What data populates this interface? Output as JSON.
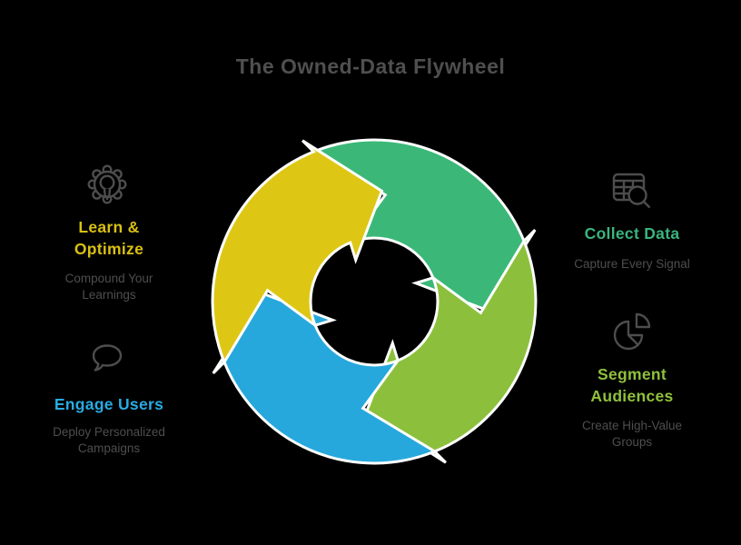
{
  "title": "The Owned-Data Flywheel",
  "colors": {
    "background": "#000000",
    "title_text": "#4f4f4f",
    "subtitle_text": "#4e4e4e",
    "icon_stroke": "#4d4d4d",
    "arrow_outline": "#ffffff",
    "green": "#3bb878",
    "olive": "#8cc03c",
    "blue": "#27a8dc",
    "yellow": "#ddc714",
    "text_green": "#3ab57f",
    "text_olive": "#8fc13c",
    "text_blue": "#29abe2",
    "text_yellow": "#d9c013"
  },
  "wheel": {
    "direction": "clockwise",
    "segments": [
      {
        "name": "collect-data",
        "color": "#3bb878"
      },
      {
        "name": "segment-audiences",
        "color": "#8cc03c"
      },
      {
        "name": "engage-users",
        "color": "#27a8dc"
      },
      {
        "name": "learn-optimize",
        "color": "#ddc714"
      }
    ]
  },
  "sections": {
    "learn": {
      "icon": "gear-lightbulb-icon",
      "title_line1": "Learn &",
      "title_line2": "Optimize",
      "subtitle_line1": "Compound Your",
      "subtitle_line2": "Learnings",
      "color": "#d9c013"
    },
    "engage": {
      "icon": "speech-bubble-icon",
      "title": "Engage Users",
      "subtitle_line1": "Deploy Personalized",
      "subtitle_line2": "Campaigns",
      "color": "#29abe2"
    },
    "collect": {
      "icon": "table-search-icon",
      "title": "Collect Data",
      "subtitle": "Capture Every Signal",
      "color": "#3ab57f"
    },
    "segment": {
      "icon": "pie-chart-icon",
      "title_line1": "Segment",
      "title_line2": "Audiences",
      "subtitle_line1": "Create High-Value",
      "subtitle_line2": "Groups",
      "color": "#8fc13c"
    }
  }
}
